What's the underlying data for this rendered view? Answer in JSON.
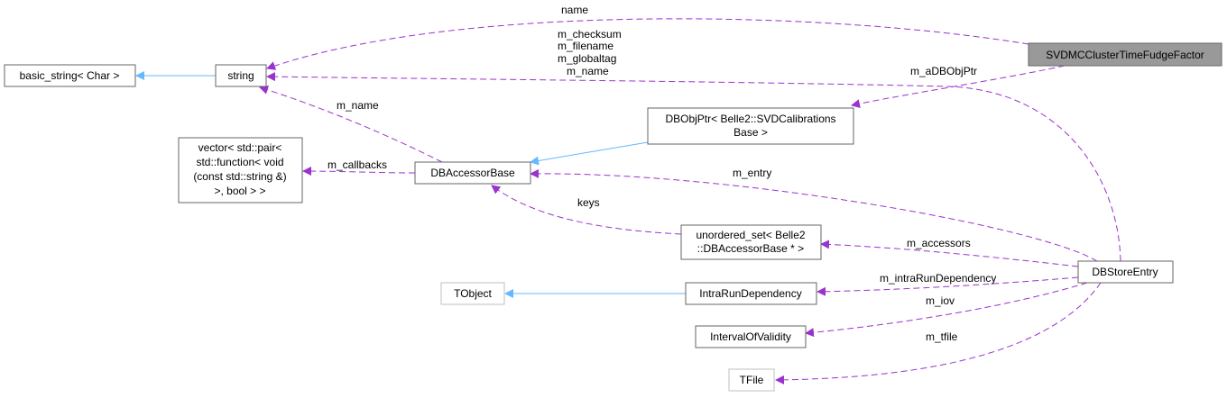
{
  "colors": {
    "inherit": "#63b8ff",
    "usage": "#9a32cd",
    "node_border": "#666666",
    "node_border_gray": "#bfbfbf",
    "highlight_fill": "#999999",
    "node_fill": "#ffffff"
  },
  "nodes": {
    "svdmc": {
      "lines": [
        "SVDMCClusterTimeFudgeFactor"
      ]
    },
    "basic_string": {
      "lines": [
        "basic_string< Char >"
      ]
    },
    "string": {
      "lines": [
        "string"
      ]
    },
    "dbobjptr": {
      "lines": [
        "DBObjPtr< Belle2::SVDCalibrations",
        "Base >"
      ]
    },
    "vector": {
      "lines": [
        "vector< std::pair<",
        "std::function< void",
        "(const std::string &)",
        ">, bool > >"
      ]
    },
    "dbaccessor": {
      "lines": [
        "DBAccessorBase"
      ]
    },
    "unordered": {
      "lines": [
        "unordered_set< Belle2",
        "::DBAccessorBase * >"
      ]
    },
    "tobject": {
      "lines": [
        "TObject"
      ]
    },
    "intrarun": {
      "lines": [
        "IntraRunDependency"
      ]
    },
    "interval": {
      "lines": [
        "IntervalOfValidity"
      ]
    },
    "tfile": {
      "lines": [
        "TFile"
      ]
    },
    "dbstore": {
      "lines": [
        "DBStoreEntry"
      ]
    }
  },
  "edge_labels": {
    "name": "name",
    "m_checksum_group": [
      "m_checksum",
      "m_filename",
      "m_globaltag",
      "m_name"
    ],
    "m_aDBObjPtr": "m_aDBObjPtr",
    "m_name": "m_name",
    "m_callbacks": "m_callbacks",
    "m_entry": "m_entry",
    "keys": "keys",
    "m_accessors": "m_accessors",
    "m_intraRunDependency": "m_intraRunDependency",
    "m_iov": "m_iov",
    "m_tfile": "m_tfile"
  }
}
